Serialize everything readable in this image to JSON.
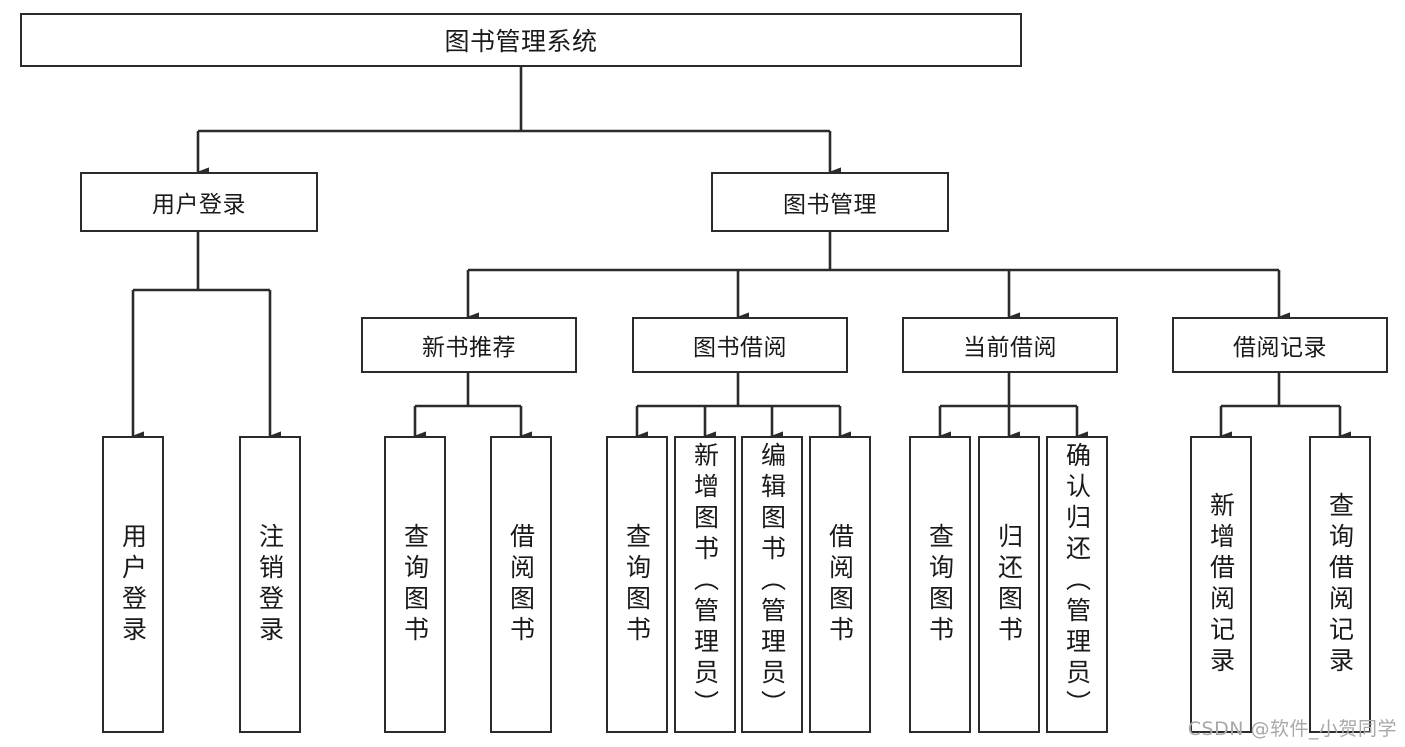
{
  "diagram": {
    "title": "图书管理系统",
    "type": "tree-hierarchy",
    "watermark": "CSDN @软件_小贺同学",
    "stroke_color": "#2b2b2b",
    "fill_color": "#ffffff",
    "text_color": "#1a1a1a",
    "watermark_color": "#a8a8a8"
  },
  "nodes": {
    "root": {
      "label": "图书管理系统"
    },
    "level1": [
      {
        "id": "user-login",
        "label": "用户登录"
      },
      {
        "id": "book-manage",
        "label": "图书管理"
      }
    ],
    "level2": [
      {
        "id": "new-book-recommend",
        "label": "新书推荐"
      },
      {
        "id": "book-borrow",
        "label": "图书借阅"
      },
      {
        "id": "current-borrow",
        "label": "当前借阅"
      },
      {
        "id": "borrow-record",
        "label": "借阅记录"
      }
    ],
    "leaves": {
      "user_login": [
        {
          "id": "leaf-user-login",
          "label": "用户登录"
        },
        {
          "id": "leaf-user-logout",
          "label": "注销登录"
        }
      ],
      "new_book_recommend": [
        {
          "id": "leaf-query-book-1",
          "label": "查询图书"
        },
        {
          "id": "leaf-borrow-book-1",
          "label": "借阅图书"
        }
      ],
      "book_borrow": [
        {
          "id": "leaf-query-book-2",
          "label": "查询图书"
        },
        {
          "id": "leaf-add-book",
          "label": "新增图书（管理员）"
        },
        {
          "id": "leaf-edit-book",
          "label": "编辑图书（管理员）"
        },
        {
          "id": "leaf-borrow-book-2",
          "label": "借阅图书"
        }
      ],
      "current_borrow": [
        {
          "id": "leaf-query-book-3",
          "label": "查询图书"
        },
        {
          "id": "leaf-return-book",
          "label": "归还图书"
        },
        {
          "id": "leaf-confirm-return",
          "label": "确认归还（管理员）"
        }
      ],
      "borrow_record": [
        {
          "id": "leaf-add-record",
          "label": "新增借阅记录"
        },
        {
          "id": "leaf-query-record",
          "label": "查询借阅记录"
        }
      ]
    }
  }
}
